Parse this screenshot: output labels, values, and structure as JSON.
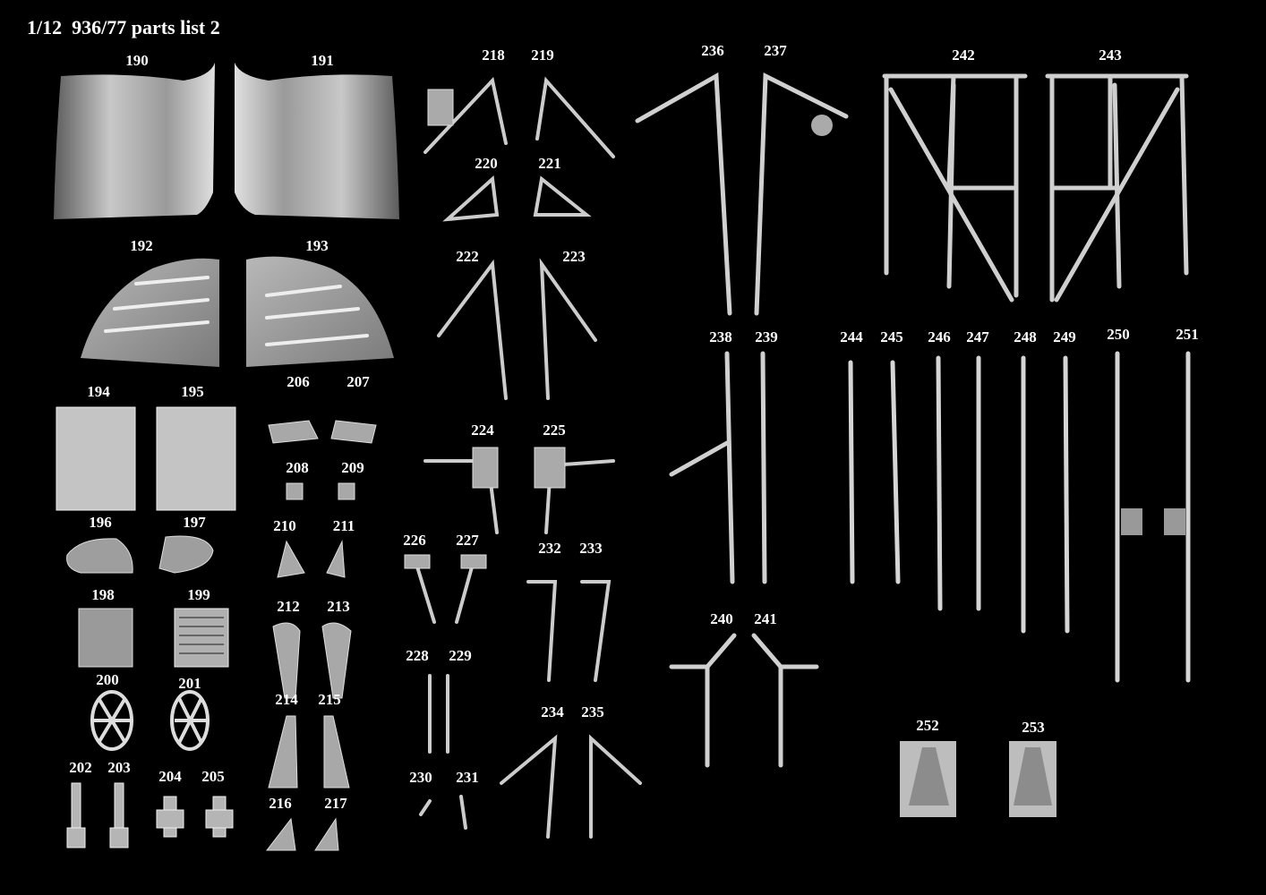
{
  "title": "1/12  936/77 parts list 2",
  "part_numbers": [
    "190",
    "191",
    "192",
    "193",
    "194",
    "195",
    "196",
    "197",
    "198",
    "199",
    "200",
    "201",
    "202",
    "203",
    "204",
    "205",
    "206",
    "207",
    "208",
    "209",
    "210",
    "211",
    "212",
    "213",
    "214",
    "215",
    "216",
    "217",
    "218",
    "219",
    "220",
    "221",
    "222",
    "223",
    "224",
    "225",
    "226",
    "227",
    "228",
    "229",
    "230",
    "231",
    "232",
    "233",
    "234",
    "235",
    "236",
    "237",
    "238",
    "239",
    "240",
    "241",
    "242",
    "243",
    "244",
    "245",
    "246",
    "247",
    "248",
    "249",
    "250",
    "251",
    "252",
    "253"
  ],
  "colors": {
    "background": "#000000",
    "text": "#ffffff",
    "metal_light": "#d8d8d8",
    "metal_dark": "#8a8a8a"
  }
}
